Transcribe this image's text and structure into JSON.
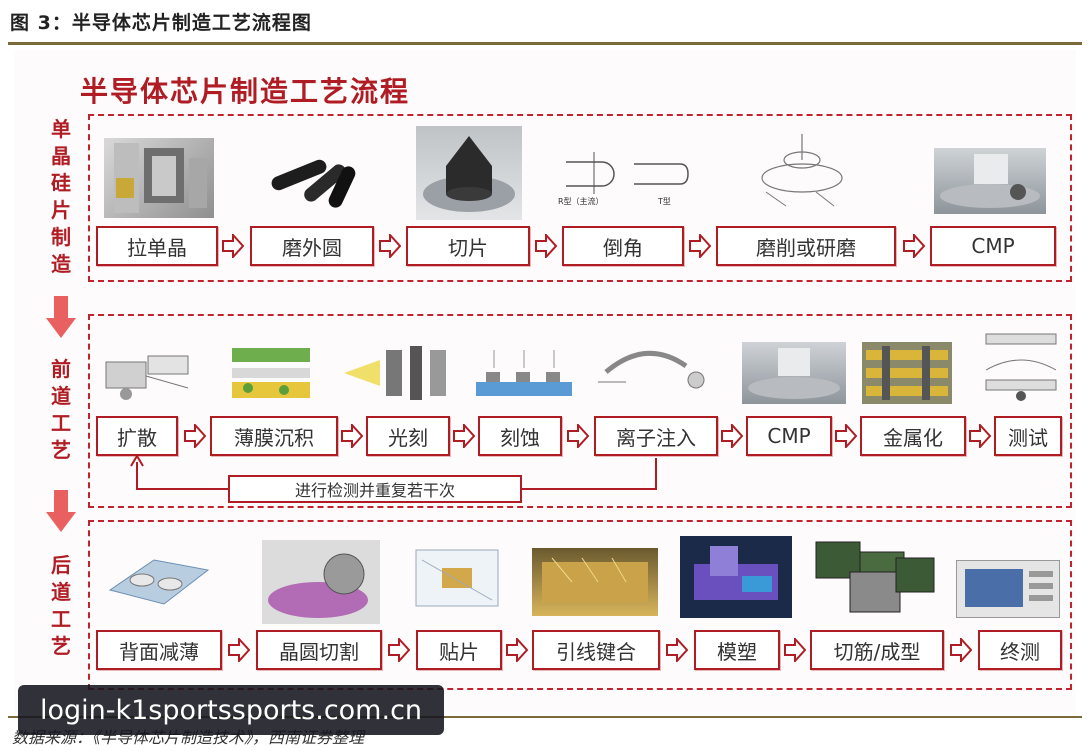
{
  "figure_title": "图 3：半导体芯片制造工艺流程图",
  "diagram_title": "半导体芯片制造工艺流程",
  "sections": [
    {
      "label": "单晶硅片制造",
      "steps": [
        "拉单晶",
        "磨外圆",
        "切片",
        "倒角",
        "磨削或研磨",
        "CMP"
      ]
    },
    {
      "label": "前道工艺",
      "steps": [
        "扩散",
        "薄膜沉积",
        "光刻",
        "刻蚀",
        "离子注入",
        "CMP",
        "金属化",
        "测试"
      ]
    },
    {
      "label": "后道工艺",
      "steps": [
        "背面减薄",
        "晶圆切割",
        "贴片",
        "引线键合",
        "模塑",
        "切筋/成型",
        "终测"
      ]
    }
  ],
  "loop_label": "进行检测并重复若干次",
  "chamfer_labels": {
    "r_type": "R型（主流）",
    "t_type": "T型"
  },
  "source": "数据来源：《半导体芯片制造技术》，西南证券整理",
  "watermark": "login-k1sportssports.com.cn",
  "colors": {
    "accent": "#b01c24",
    "dashed": "#c0232d",
    "arrow_down": "#e8605f"
  }
}
